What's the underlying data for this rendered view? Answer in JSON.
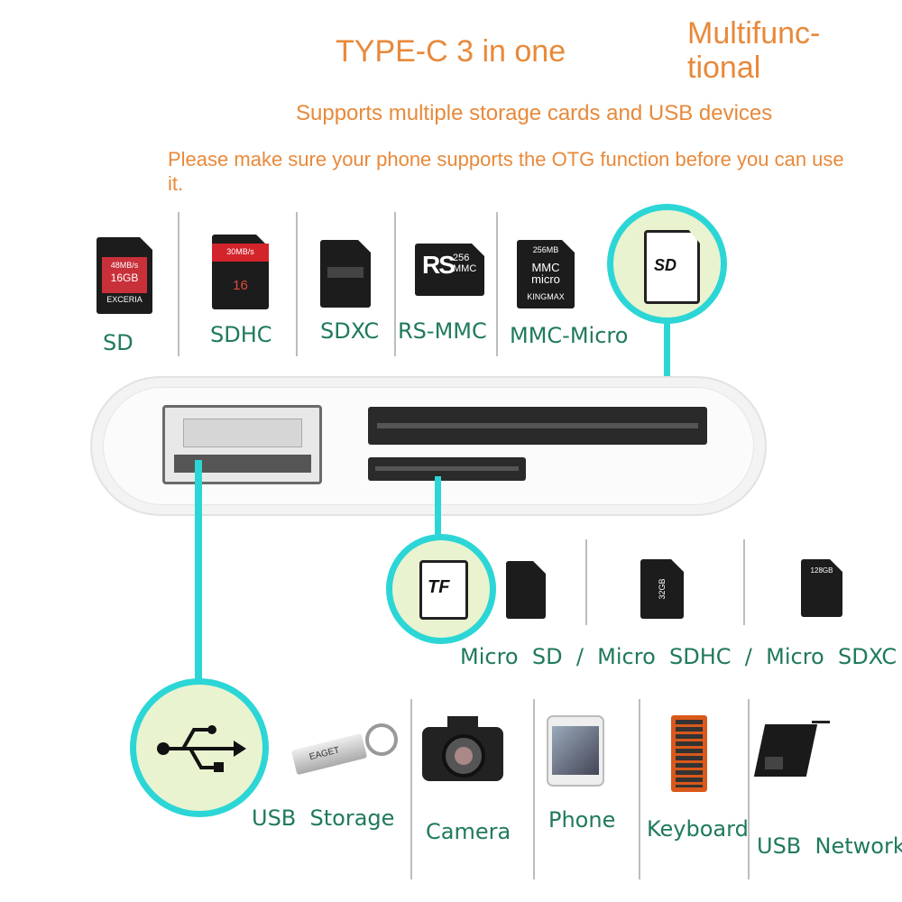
{
  "header": {
    "title_left": "TYPE-C 3 in one",
    "title_right": "Multifunc-\ntional",
    "subtitle": "Supports multiple storage cards and USB devices",
    "note": "Please make sure your phone supports the OTG function before you can use it."
  },
  "cards_top": [
    {
      "label": "SD",
      "icon": "sd-card-icon"
    },
    {
      "label": "SDHC",
      "icon": "sdhc-card-icon"
    },
    {
      "label": "SDXC",
      "icon": "sdxc-card-icon"
    },
    {
      "label": "RS-MMC",
      "icon": "rs-mmc-card-icon"
    },
    {
      "label": "MMC-Micro",
      "icon": "mmc-micro-card-icon"
    }
  ],
  "card_texts": {
    "sd_capacity": "16GB",
    "sd_brand": "EXCERIA",
    "sd_top": "48MB/s",
    "sdhc_capacity": "16",
    "sdhc_speed": "30MB/s",
    "rsmmc_big": "RS",
    "rsmmc_small": "256\nMMC",
    "mmcmicro_top": "256MB",
    "mmcmicro_mid": "MMC\nmicro",
    "mmcmicro_brand": "KINGMAX",
    "micro_32": "32GB",
    "micro_128": "128GB"
  },
  "sd_circle_label": "SD",
  "tf_circle_label": "TF",
  "micro_labels": "Micro  SD  /  Micro  SDHC  /  Micro  SDXC",
  "devices": [
    {
      "label": "USB  Storage",
      "icon": "usb-flash-drive-icon"
    },
    {
      "label": "Camera",
      "icon": "camera-icon"
    },
    {
      "label": "Phone",
      "icon": "phone-icon"
    },
    {
      "label": "Keyboard",
      "icon": "keyboard-icon"
    },
    {
      "label": "USB  Network",
      "icon": "network-adapter-icon"
    }
  ],
  "usb_drive_brand": "EAGET",
  "colors": {
    "accent_orange": "#e8893a",
    "label_green": "#1f7a5c",
    "cyan": "#2cd6d6"
  }
}
